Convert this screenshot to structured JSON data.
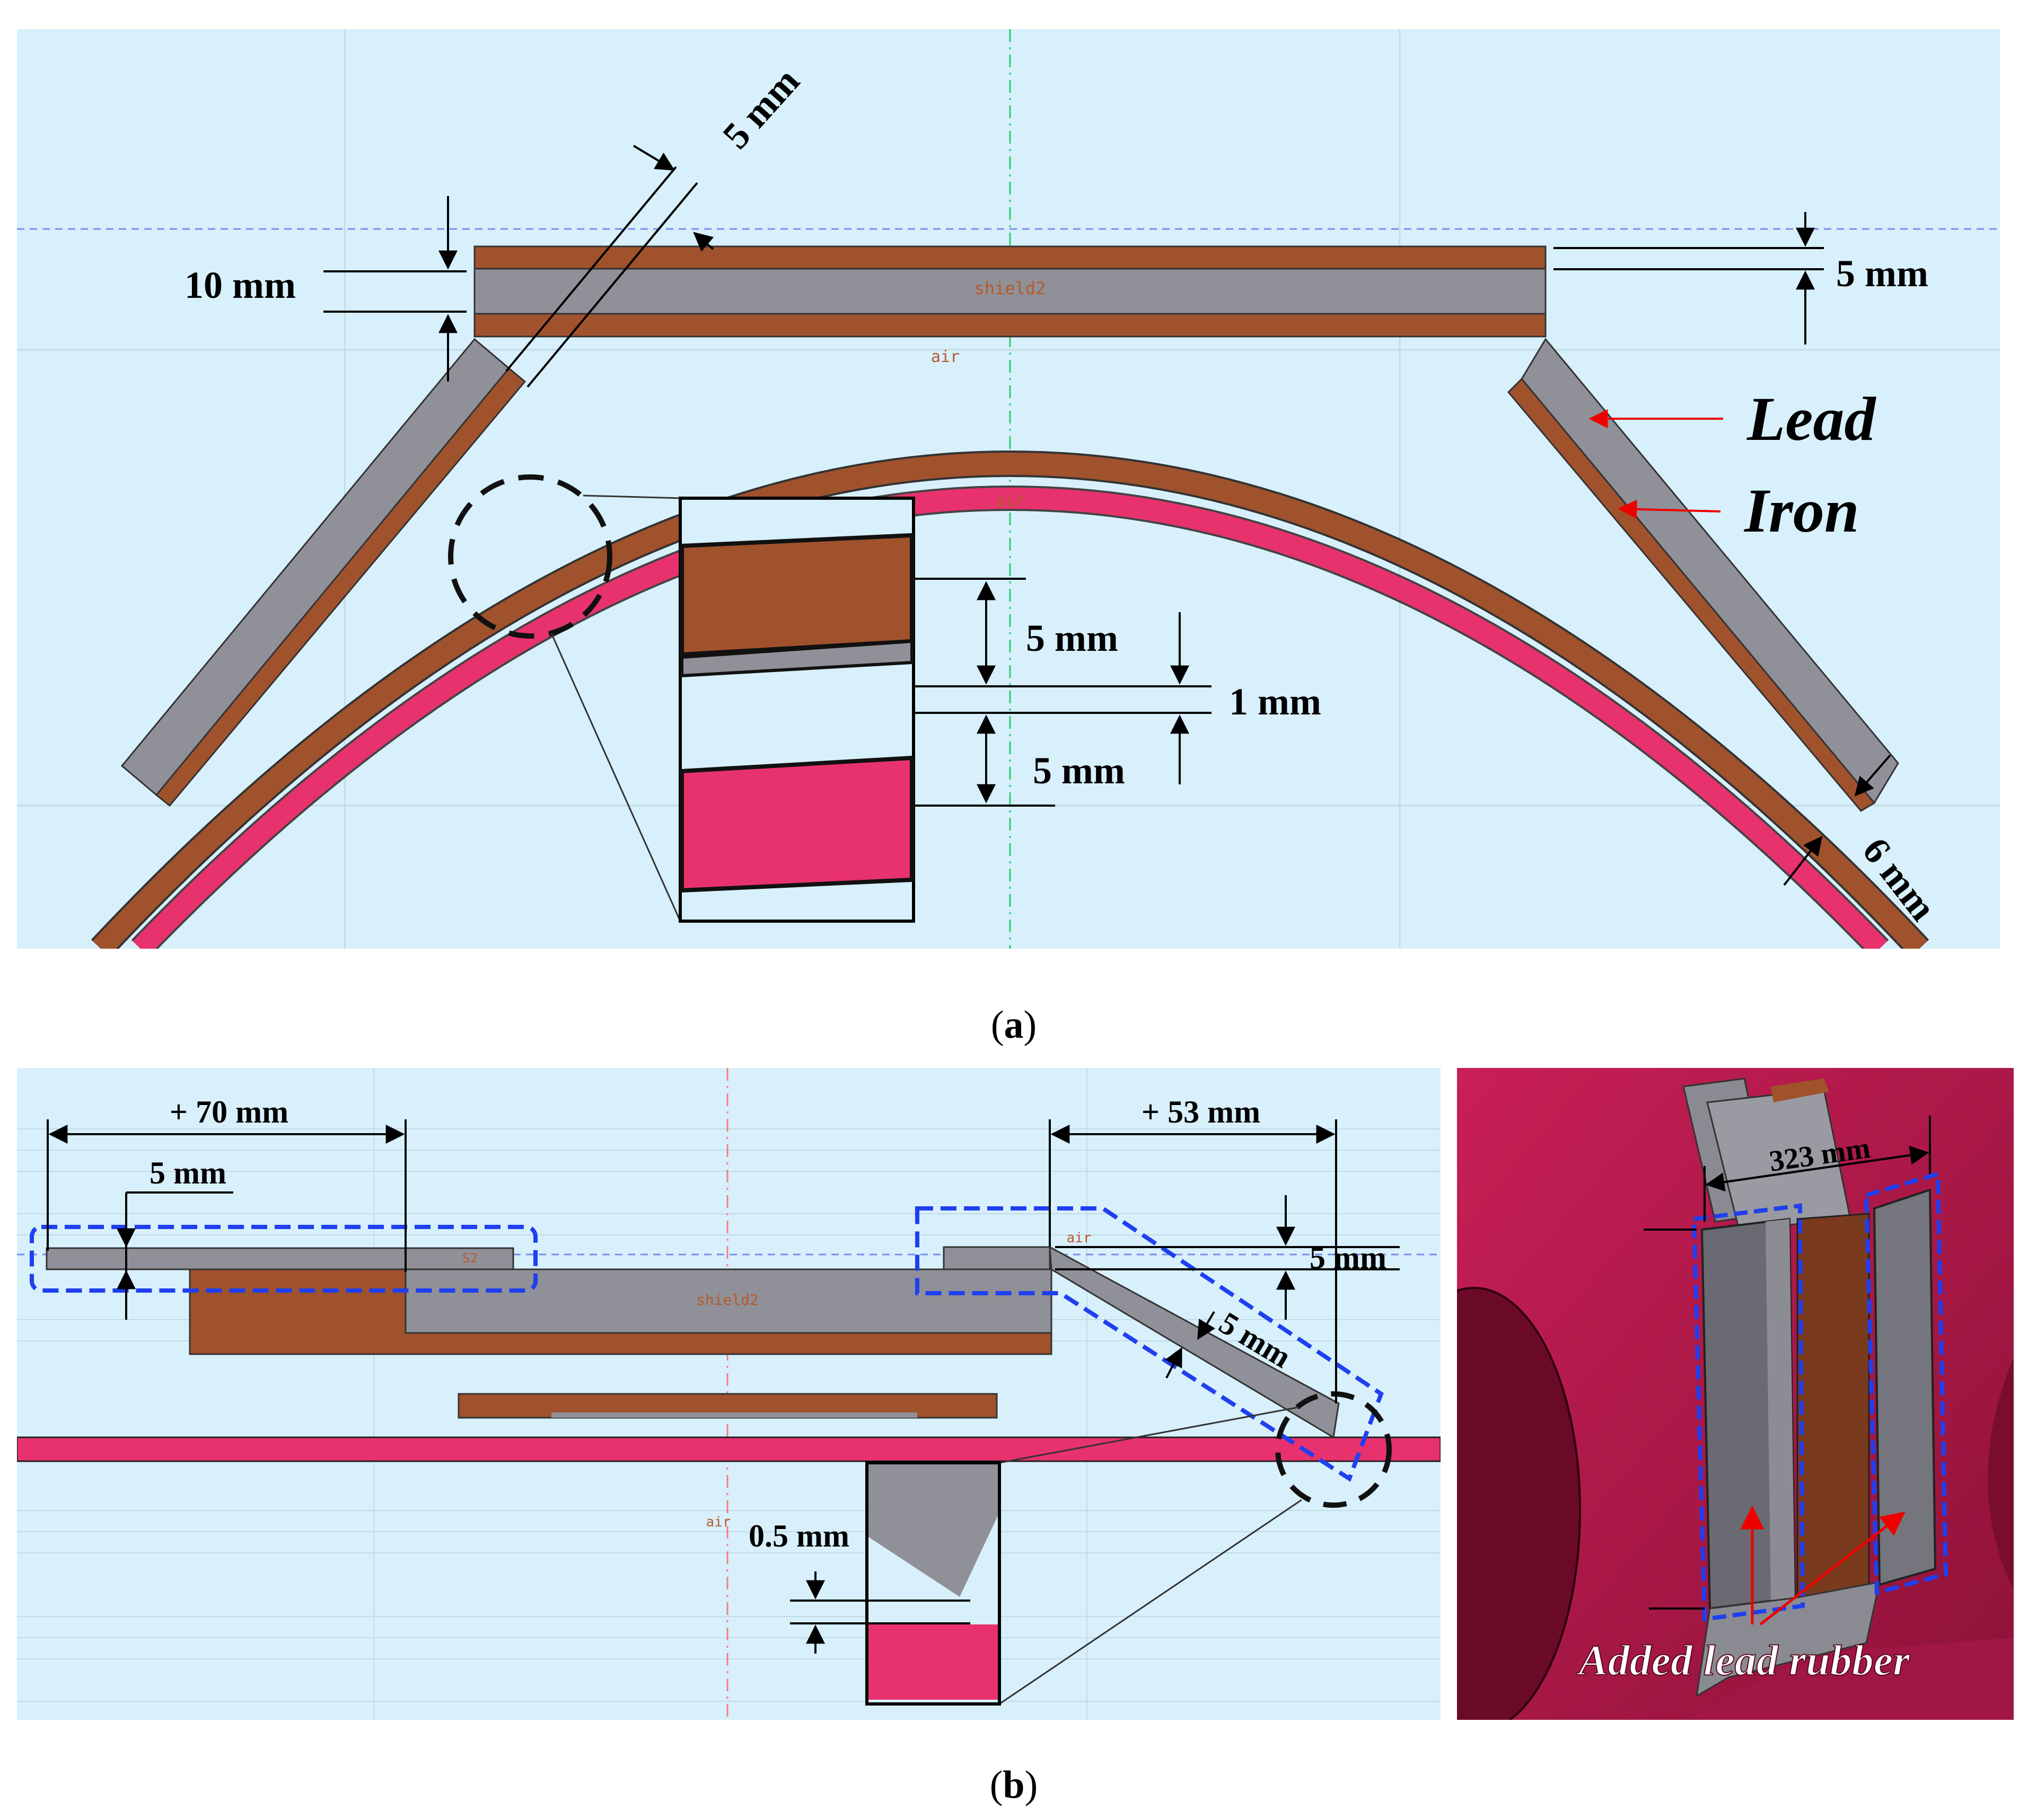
{
  "panel_a": {
    "caption": "a",
    "labels": {
      "shield": "shield2",
      "air_top": "air",
      "air_mid": "air",
      "lead": "Lead",
      "iron": "Iron"
    },
    "dims": {
      "five_mm_diag": "5 mm",
      "ten_mm": "10 mm",
      "five_mm_right": "5 mm",
      "five_mm_inset1": "5 mm",
      "one_mm": "1 mm",
      "five_mm_inset2": "5 mm",
      "six_mm": "6 mm"
    }
  },
  "panel_b": {
    "caption": "b",
    "labels": {
      "shield": "shield2",
      "air_top": "air",
      "air_low": "air",
      "s2": "S2",
      "added": "Added lead rubber"
    },
    "dims": {
      "plus70": "+ 70 mm",
      "five_mm_left": "5 mm",
      "plus53": "+ 53 mm",
      "five_mm_right": "5 mm",
      "five_mm_diag": "5 mm",
      "half_mm": "0.5 mm",
      "three23": "323 mm"
    }
  },
  "colors": {
    "background": "#d8f0fb",
    "iron": "#a0522d",
    "lead": "#909098",
    "pink": "#e8326e",
    "dark_magenta": "#a0183f",
    "blue_dash": "#1f3ff0"
  }
}
